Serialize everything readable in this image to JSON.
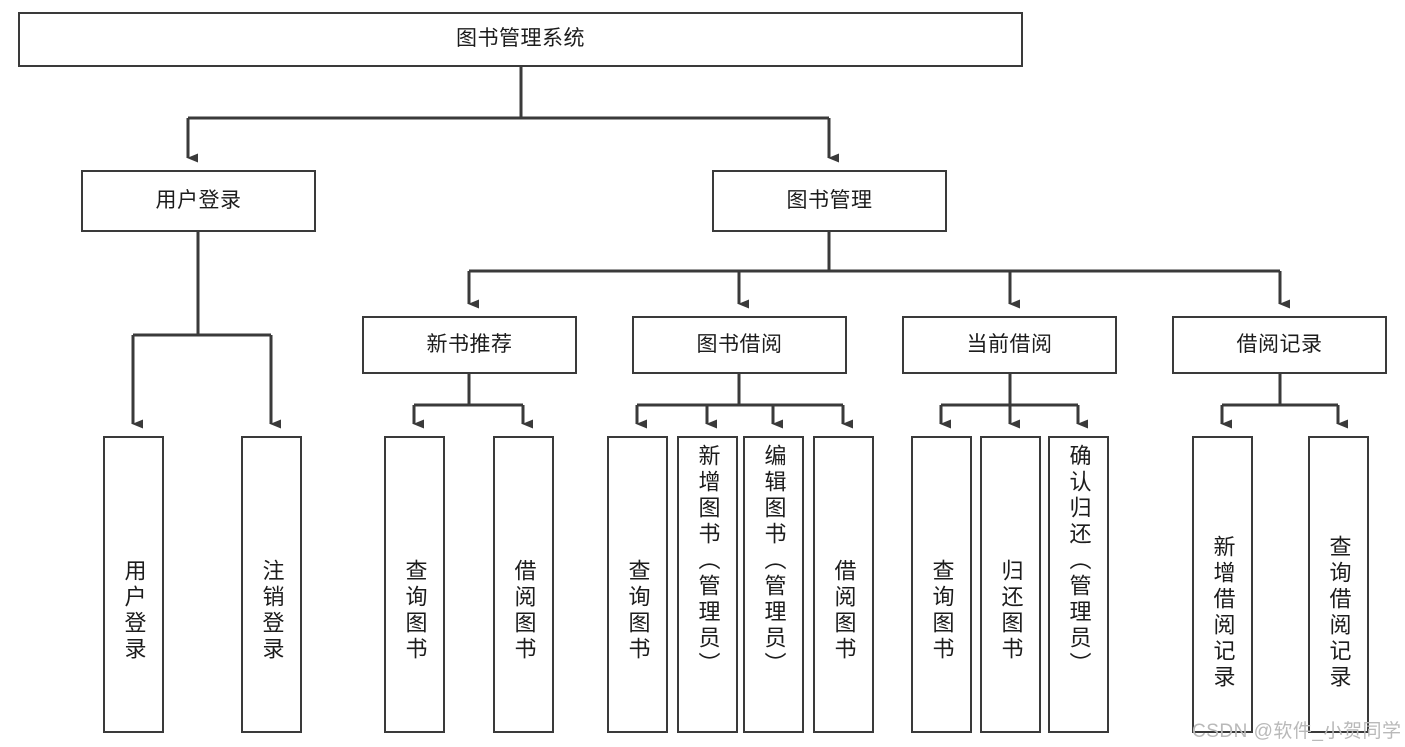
{
  "diagram": {
    "type": "tree-hierarchy",
    "title": "图书管理系统",
    "watermark": "CSDN @软件_小贺同学",
    "colors": {
      "box_border": "#3a3a3a",
      "connector": "#3a3a3a",
      "background": "#ffffff",
      "text": "#1c1c1c",
      "watermark": "#b9b9b9"
    },
    "root": {
      "label": "图书管理系统"
    },
    "level2": [
      {
        "label": "用户登录"
      },
      {
        "label": "图书管理"
      }
    ],
    "level3": [
      {
        "label": "新书推荐"
      },
      {
        "label": "图书借阅"
      },
      {
        "label": "当前借阅"
      },
      {
        "label": "借阅记录"
      }
    ],
    "leaves": {
      "user_login_children": [
        {
          "label": "用户登录"
        },
        {
          "label": "注销登录"
        }
      ],
      "new_book_children": [
        {
          "label": "查询图书"
        },
        {
          "label": "借阅图书"
        }
      ],
      "book_borrow_children": [
        {
          "label": "查询图书"
        },
        {
          "label": "新增图书（管理员）"
        },
        {
          "label": "编辑图书（管理员）"
        },
        {
          "label": "借阅图书"
        }
      ],
      "current_borrow_children": [
        {
          "label": "查询图书"
        },
        {
          "label": "归还图书"
        },
        {
          "label": "确认归还（管理员）"
        }
      ],
      "borrow_record_children": [
        {
          "label": "新增借阅记录"
        },
        {
          "label": "查询借阅记录"
        }
      ]
    }
  }
}
